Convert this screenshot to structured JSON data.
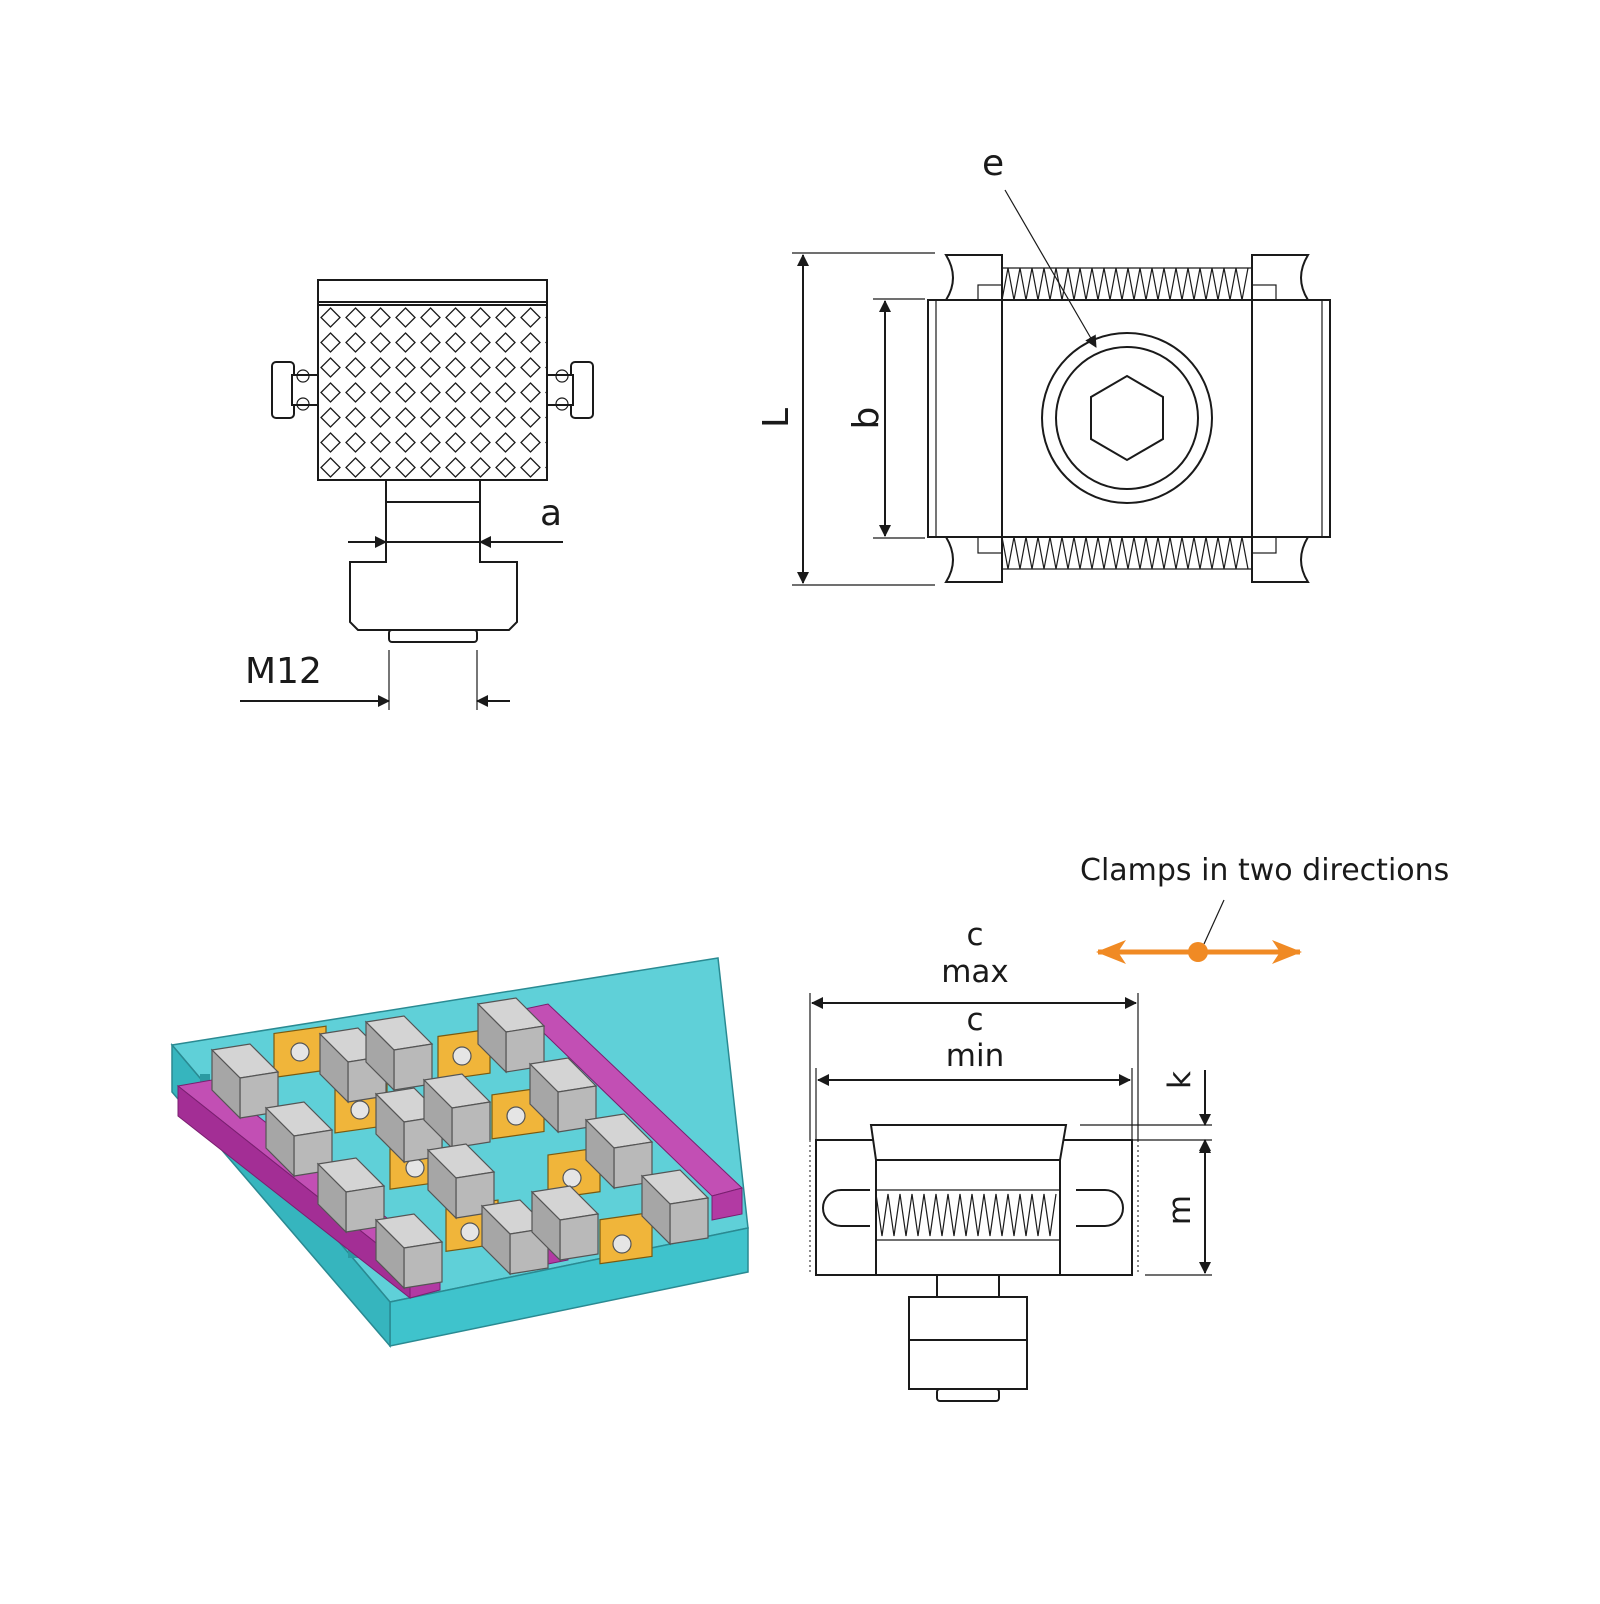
{
  "labels": {
    "a": "a",
    "m12": "M12",
    "e": "e",
    "L": "L",
    "b": "b",
    "c_max_top": "c",
    "c_max_bottom": "max",
    "c_min_top": "c",
    "c_min_bottom": "min",
    "k": "k",
    "m": "m"
  },
  "caption": "Clamps in two directions",
  "colors": {
    "arrow": "#f08a24",
    "base_plate": "#3fc3cc",
    "rail": "#b23aa3",
    "jaw": "#b9b9b9",
    "clamp_body": "#f0b53a"
  }
}
